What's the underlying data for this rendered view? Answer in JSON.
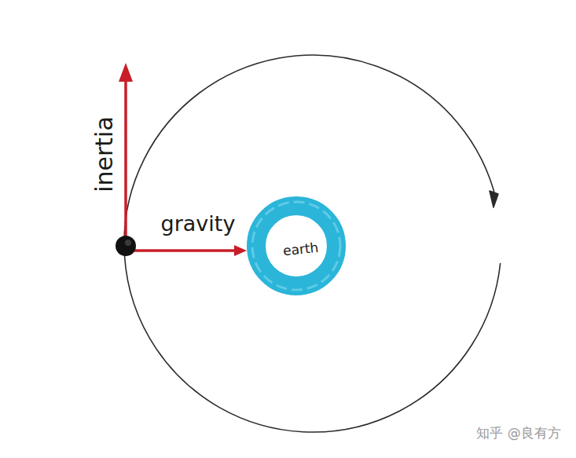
{
  "diagram": {
    "nodes": [
      {
        "text": [
          "earth"
        ]
      }
    ],
    "labels": [
      "inertia",
      "gravity",
      "知乎 @良有方"
    ]
  }
}
